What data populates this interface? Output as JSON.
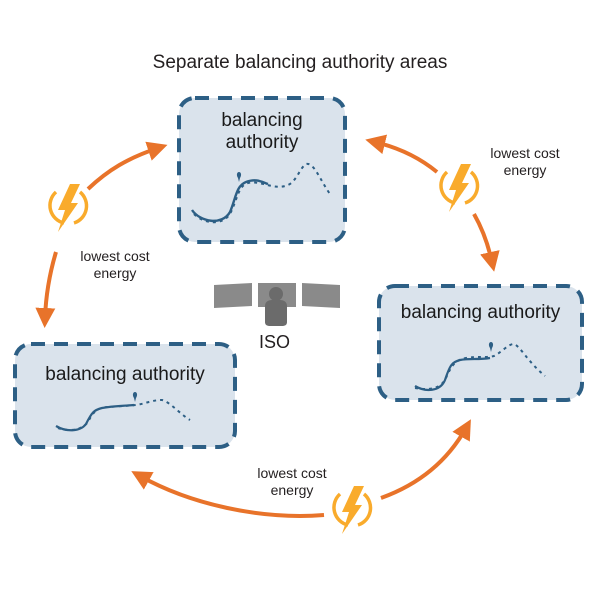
{
  "title": "Separate balancing authority areas",
  "colors": {
    "box_fill": "#dae3ec",
    "box_border": "#2d5f85",
    "arrow": "#e8732a",
    "lightning": "#f9ab2c",
    "iso_gray": "#8a8a8a",
    "iso_person": "#6b6b6b"
  },
  "balancing_authorities": [
    {
      "id": "top",
      "label_line1": "balancing",
      "label_line2": "authority"
    },
    {
      "id": "right",
      "label": "balancing authority"
    },
    {
      "id": "left",
      "label": "balancing authority"
    }
  ],
  "energy_flows": [
    {
      "id": "top-right",
      "line1": "lowest cost",
      "line2": "energy",
      "icon": "lightning-icon"
    },
    {
      "id": "left",
      "line1": "lowest cost",
      "line2": "energy",
      "icon": "lightning-icon"
    },
    {
      "id": "bottom",
      "line1": "lowest cost",
      "line2": "energy",
      "icon": "lightning-icon"
    }
  ],
  "iso": {
    "label": "ISO",
    "icon": "operator-monitors-icon"
  }
}
